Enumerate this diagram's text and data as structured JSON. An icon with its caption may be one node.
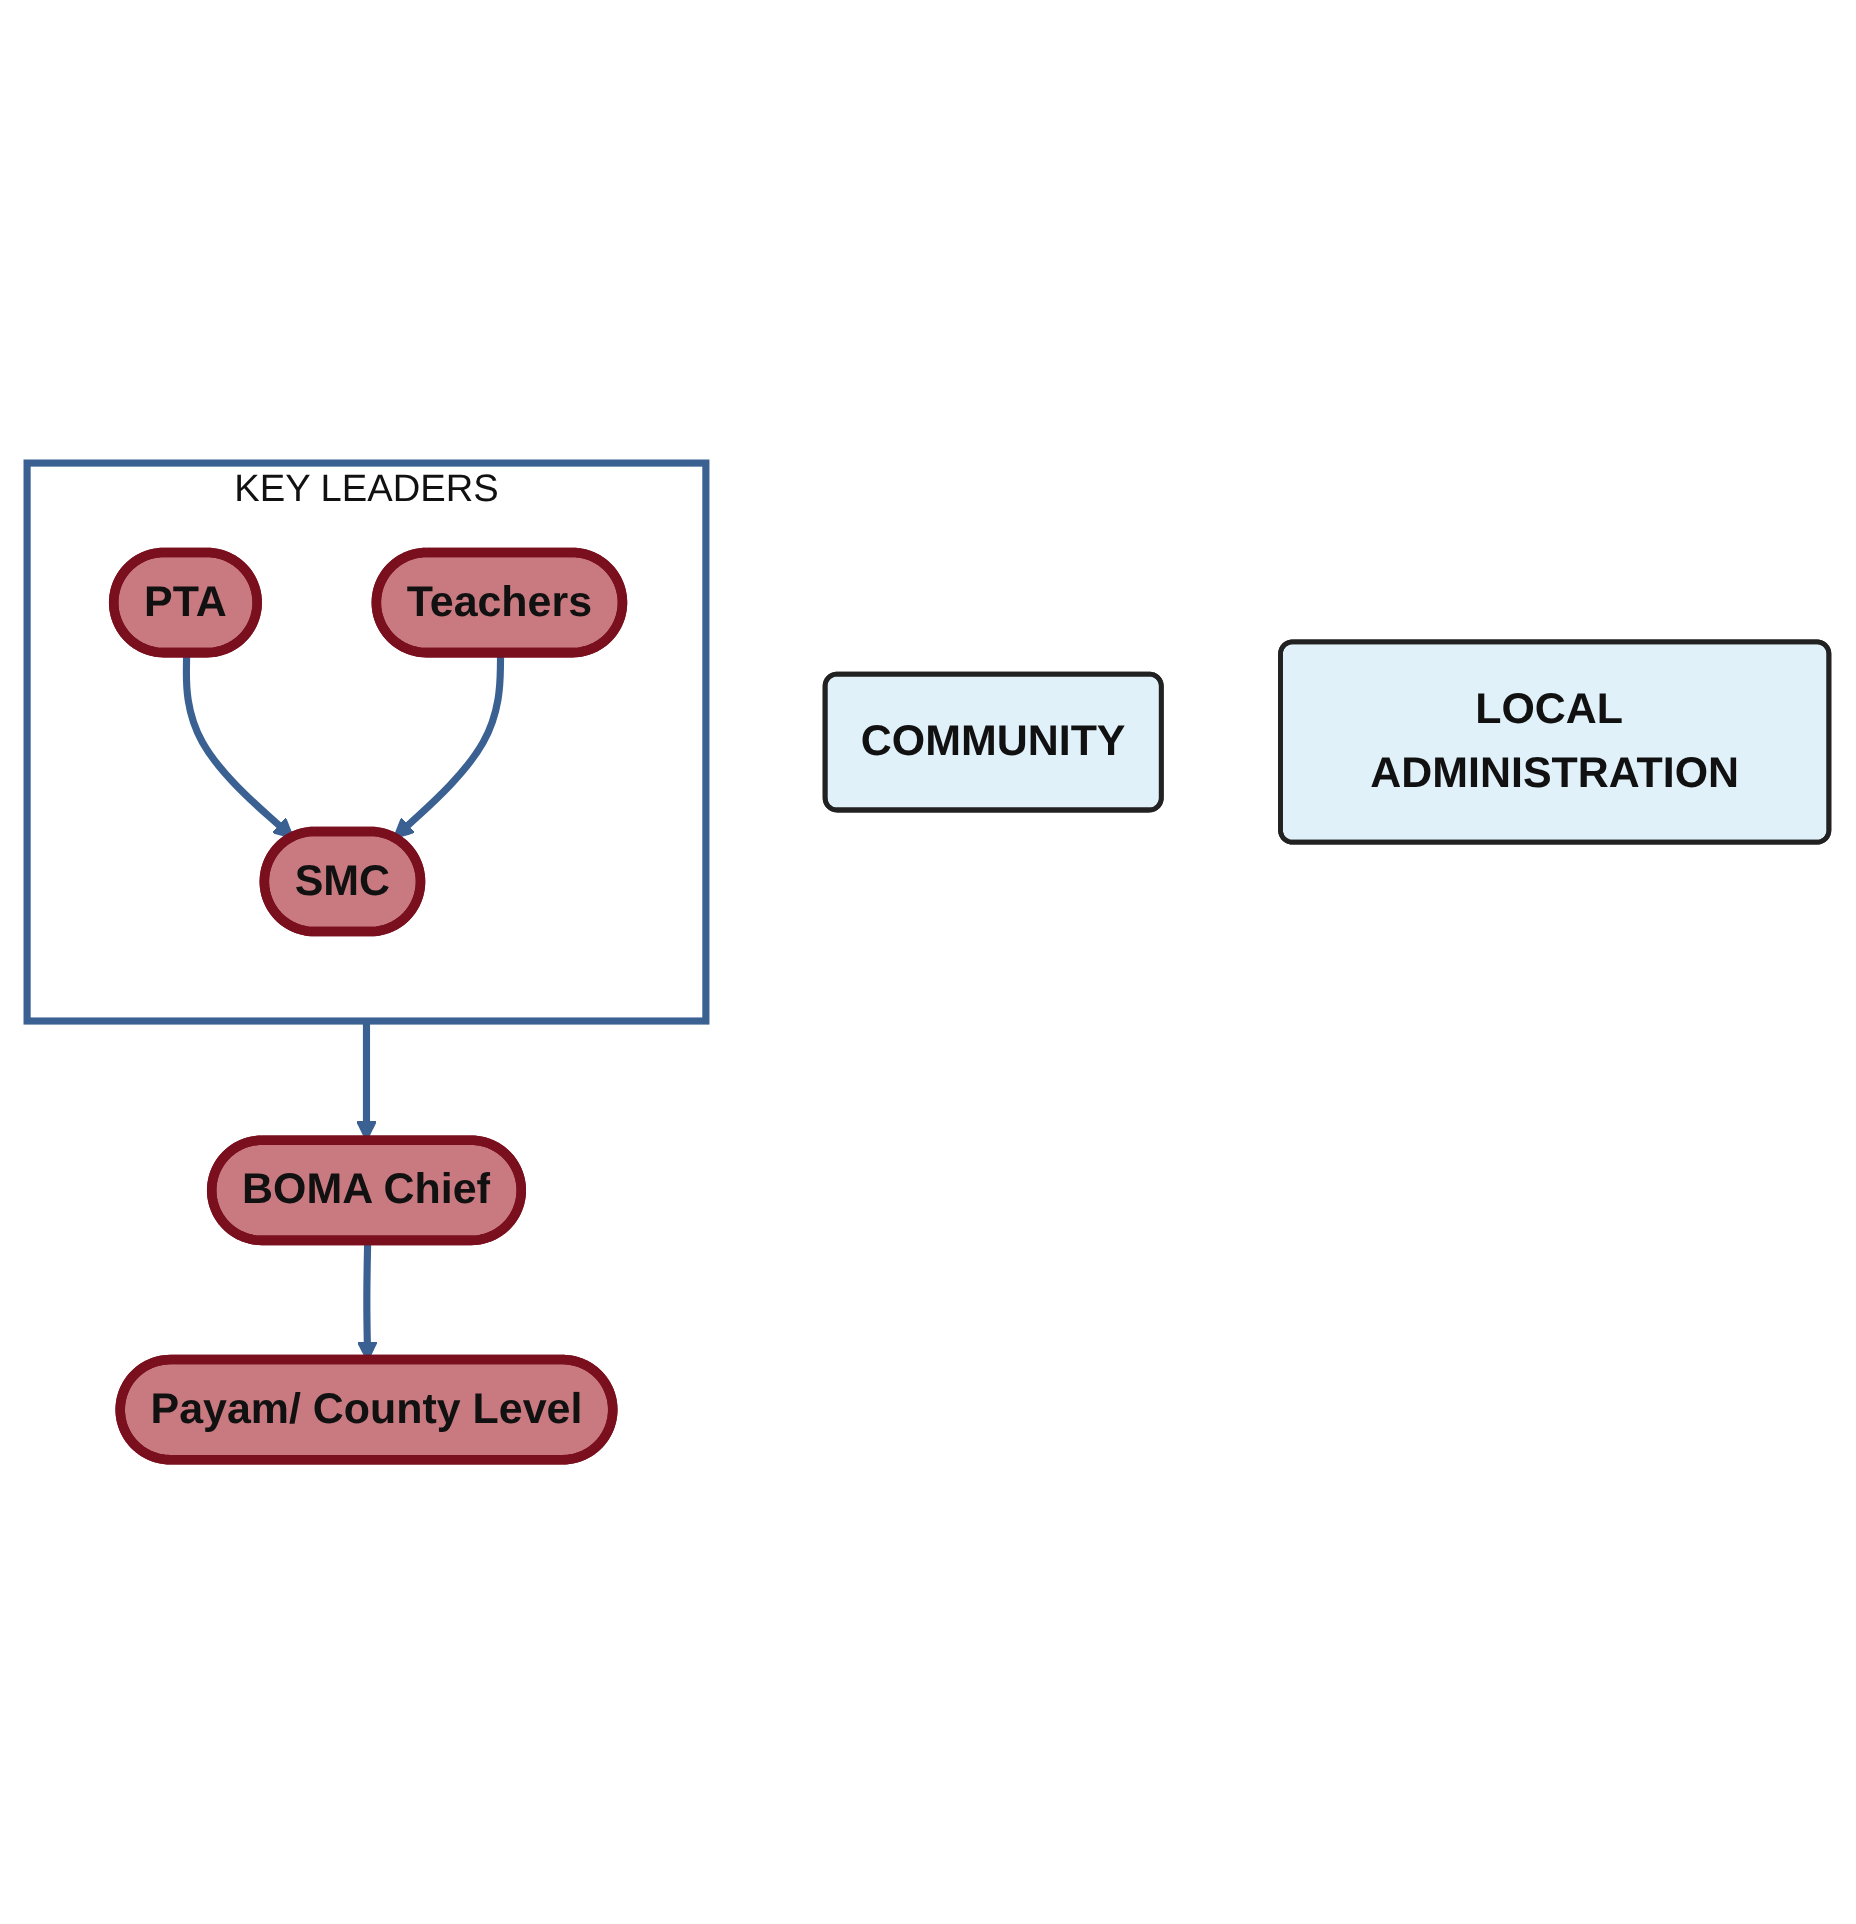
{
  "diagram": {
    "nodes": [
      {
        "text": [
          "KEY LEADERS"
        ]
      },
      {
        "text": [
          "PTA"
        ],
        "in": 0
      },
      {
        "text": [
          "Teachers"
        ],
        "in": 0
      },
      {
        "text": [
          "SMC"
        ],
        "in": 0
      },
      {
        "text": [
          "BOMA Chief"
        ]
      },
      {
        "text": [
          "Payam/ County Level"
        ]
      },
      {
        "text": [
          "COMMUNITY"
        ]
      },
      {
        "text": [
          "LOCAL ADMINISTRATION"
        ]
      }
    ],
    "edges": [
      {
        "from": 1,
        "to": 3,
        "arrow": "to"
      },
      {
        "from": 2,
        "to": 3,
        "arrow": "to"
      },
      {
        "from": 0,
        "to": 4,
        "arrow": "to"
      },
      {
        "from": 4,
        "to": 5,
        "arrow": "to"
      }
    ]
  }
}
